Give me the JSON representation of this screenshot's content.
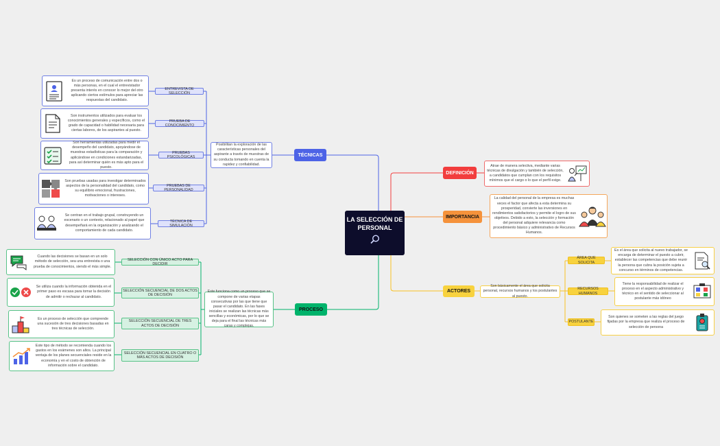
{
  "center": {
    "title": "LA SELECCIÓN DE PERSONAL"
  },
  "colors": {
    "tecnicas": "#4d63e6",
    "proceso": "#00b36b",
    "definicion": "#f23d3d",
    "importancia": "#f5923b",
    "actores": "#f8d23e",
    "center_bg": "#0d0d2b"
  },
  "tecnicas": {
    "label": "TÉCNICAS",
    "summary": "Posibilitan la exploración de las características personales del aspirante a través de muestras de su conducta tomando en cuenta la rapidez y confiabilidad.",
    "items": [
      {
        "label": "ENTREVISTA DE SELECCIÓN",
        "text": "Es un proceso de comunicación entre dos o más personas, en el cual el entrevistador presenta interés en conocer lo mejor del otro aplicando ciertos estímulos para apreciar las respuestas del candidato.",
        "icon": "resume-icon"
      },
      {
        "label": "PRUEBA DE CONOCIMIENTO",
        "text": "Son instrumentos utilizados para evaluar los conocimientos generales y específicos, como el grado de capacidad o habilidad necesaria para ciertas labores, de los aspirantes al puesto.",
        "icon": "document-icon"
      },
      {
        "label": "PRUEBAS PSICOLÓGICAS",
        "text": "Son herramientas utilizadas para medir el desempeño del candidato, apoyándose de muestras estadísticas para la comparación y aplicándose en condiciones estandarizadas, para así determinar quién es más apto para el puesto.",
        "icon": "checklist-icon"
      },
      {
        "label": "PRUEBAS DE PERSONALIDAD",
        "text": "Son pruebas usadas para investigar determinados aspectos de la personalidad del candidato, como su equilibrio emocional, frustraciones, motivaciones o intereses.",
        "icon": "puzzle-icon"
      },
      {
        "label": "TÉCNICA DE SIMULACIÓN",
        "text": "Se centran en el trabajo grupal, construyendo un escenario o un contexto, relacionado al papel que desempeñará en la organización y analizando el comportamiento de cada candidato.",
        "icon": "meeting-icon"
      }
    ]
  },
  "proceso": {
    "label": "PROCESO",
    "summary": "Este funciona como un proceso que se compone de varias etapas consecutivas por las que tiene que pasar el candidato. En las fases iniciales se realizan las técnicas más sencillas y económicas, por lo que se deja para el final las técnicas más caras y complejas.",
    "items": [
      {
        "label": "SELECCIÓN CON ÚNICO ACTO PARA DECIDIR",
        "text": "Cuando las decisiones se basan en un solo método de selección, sea una entrevista o una prueba de conocimientos, siendo el más simple.",
        "icon": "chat-icon"
      },
      {
        "label": "SELECCIÓN SECUENCIAL DE DOS ACTOS DE DECISIÓN",
        "text": "Se utiliza cuando la información obtenida en el primer paso es escasa para tomar la decisión de admitir o rechazar al candidato.",
        "icon": "accept-reject-icon"
      },
      {
        "label": "SELECCIÓN SECUENCIAL DE TRES ACTOS DE DECISIÓN",
        "text": "Es un proceso de selección que comprende una sucesión de tres decisiones basadas en tres técnicas de selección.",
        "icon": "podium-icon"
      },
      {
        "label": "SELECCIÓN SECUENCIAL EN CUATRO O MÁS ACTOS DE DECISIÓN",
        "text": "Este tipo de método se recomienda cuando los gastos en los exámenes son altos. La principal ventaja de los planes secuenciales reside en la economía y en el costo de obtención de información sobre el candidato.",
        "icon": "growth-chart-icon"
      }
    ]
  },
  "definicion": {
    "label": "DEFINICIÓN",
    "text": "Atrae de manera selectiva, mediante varias técnicas de divulgación y también de selección, a candidatos que cumplan con los requisitos mínimos que el cargo o lo que el perfil exige.",
    "icon": "presentation-icon"
  },
  "importancia": {
    "label": "IMPORTANCIA",
    "text": "La calidad del personal de la empresa es muchas veces el factor que afecta a esta determina su prosperidad, convierte las inversiones en rendimientos satisfactorios y permite el logro de sus objetivos. Debido a esto, la selección y formación del personal adquiere relevancia como procedimiento básico y administrativo de Recursos Humanos.",
    "icon": "team-icon"
  },
  "actores": {
    "label": "ACTORES",
    "summary": "Son básicamente el área que solicita personal, recursos humanos y los postulantes al puesto.",
    "items": [
      {
        "label": "ÁREA QUE SOLICITA",
        "text": "Es el área que solicita al nuevo trabajador, se encarga de determinar el puesto a cubrir, establecer las competencias que debe reunir la persona que cubra la posición sujeta a concurso en términos de competencias.",
        "icon": "search-document-icon"
      },
      {
        "label": "RECURSOS HUMANOS",
        "text": "Tiene la responsabilidad de realizar el proceso en el aspecto administrativo y técnico en el sentido de seleccionar al postulante más idóneo",
        "icon": "board-icon"
      },
      {
        "label": "POSTULANTE",
        "text": "Son quienes se someten a las reglas del juego fijadas por la empresa que realiza el proceso de selección de persona",
        "icon": "id-badge-icon"
      }
    ]
  }
}
